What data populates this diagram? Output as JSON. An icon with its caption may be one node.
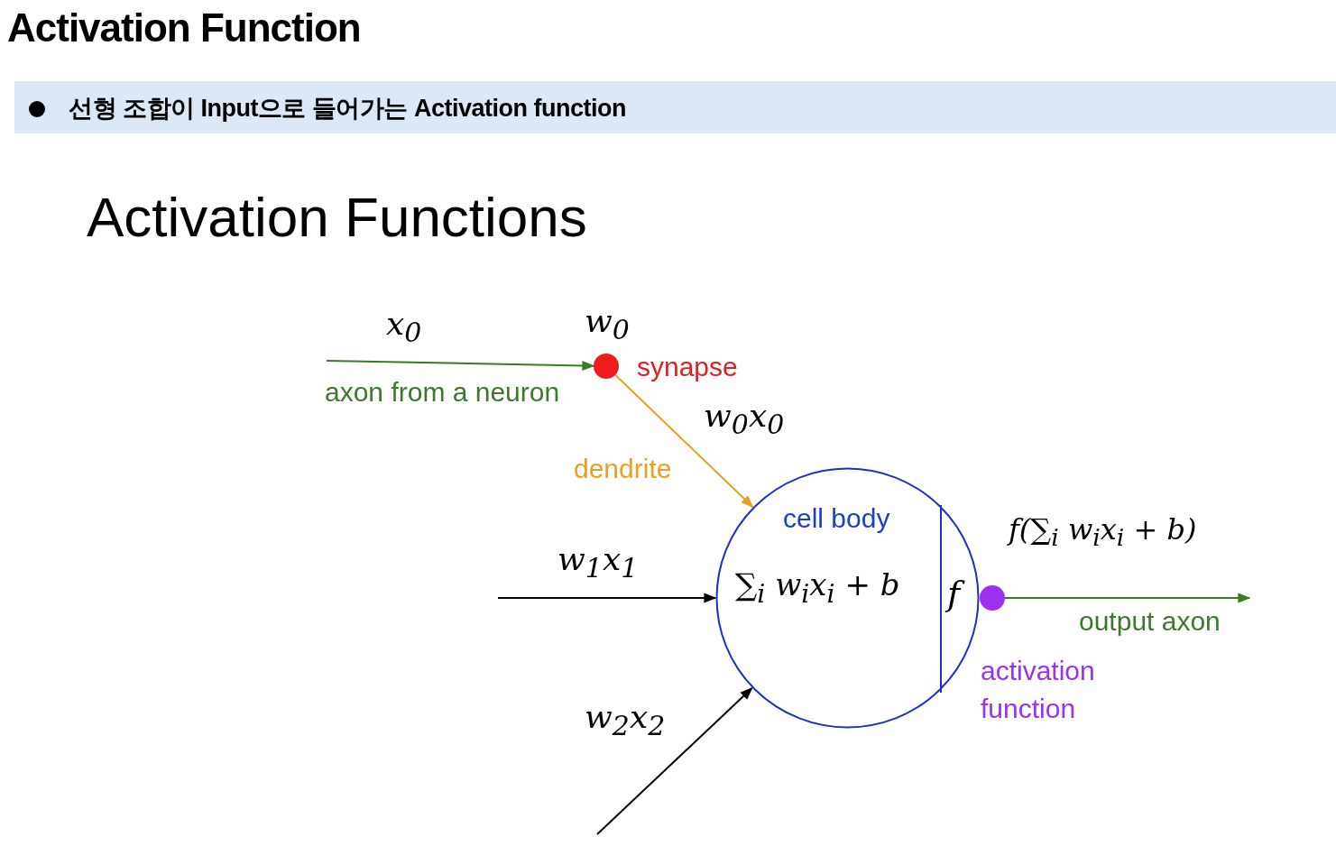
{
  "diagram": {
    "title": "Activation Function",
    "nodes": [
      {
        "text": [
          "cell body",
          "∑$_{i}$ w$_{i}$x$_{i}$ + b",
          "f"
        ]
      },
      {
        "text": [],
        "shape": "circle",
        "beside": [
          "w$_{0}$",
          "synapse"
        ]
      },
      {
        "text": [],
        "shape": "circle"
      }
    ],
    "edges": [
      {
        "from": null,
        "to": 1,
        "arrow": "to",
        "label": "axon from a neuron",
        "color": "#3a7a2a"
      },
      {
        "from": 1,
        "to": 0,
        "arrow": "to",
        "label": "dendrite",
        "color": "#e8a020"
      },
      {
        "from": null,
        "to": 0,
        "arrow": "to",
        "label": "w$_{1}$x$_{1}$",
        "color": "#000000"
      },
      {
        "from": null,
        "to": 0,
        "arrow": "to",
        "label": "w$_{2}$x$_{2}$",
        "color": "#000000"
      },
      {
        "from": 2,
        "to": null,
        "arrow": "to",
        "label": "output axon",
        "color": "#3a7a2a"
      }
    ],
    "labels": [
      "선형 조합이 Input으로 들어가는 Activation function",
      "Activation Functions",
      "x$_{0}$",
      "w$_{0}$x$_{0}$",
      "f(∑$_{i}$ w$_{i}$x$_{i}$ + b)",
      "activation function"
    ]
  }
}
